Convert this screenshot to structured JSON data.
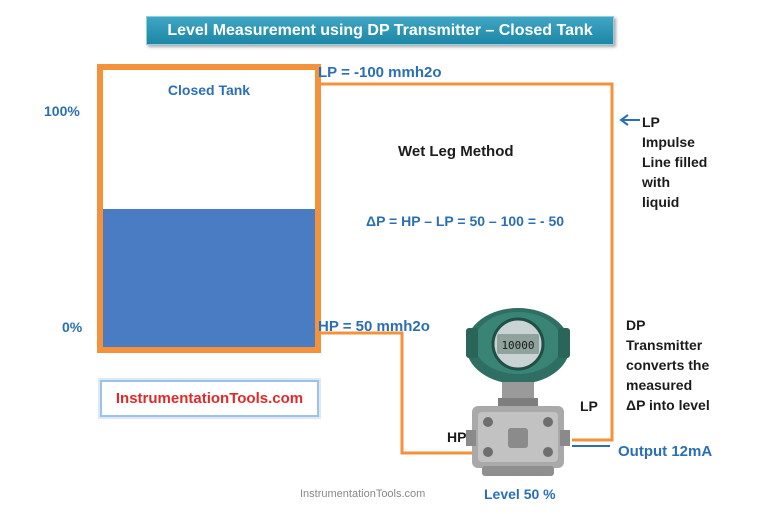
{
  "title": "Level Measurement  using DP Transmitter – Closed Tank",
  "tank": {
    "label": "Closed Tank",
    "level_fraction": 0.5
  },
  "scale": {
    "top": "100%",
    "bottom": "0%"
  },
  "lp_pressure": "LP = -100 mmh2o",
  "hp_pressure": "HP = 50 mmh2o",
  "method": "Wet Leg Method",
  "equation": "ΔP = HP – LP =  50 – 100 = - 50",
  "lp_note": {
    "lines": [
      "LP",
      "Impulse",
      "Line filled",
      "with",
      "liquid"
    ]
  },
  "dp_note": {
    "lines": [
      "DP",
      "Transmitter",
      "converts the",
      "measured",
      "ΔP into level"
    ]
  },
  "port_lp": "LP",
  "port_hp": "HP",
  "output": "Output 12mA",
  "level_readout": "Level 50 %",
  "display_value": "10000",
  "site_box": "InstrumentationTools.com",
  "footer": "InstrumentationTools.com",
  "colors": {
    "tank_border": "#f3923a",
    "liquid": "#4a7cc3",
    "accent_blue": "#2a6fb5",
    "brand_red": "#e02a2a"
  }
}
